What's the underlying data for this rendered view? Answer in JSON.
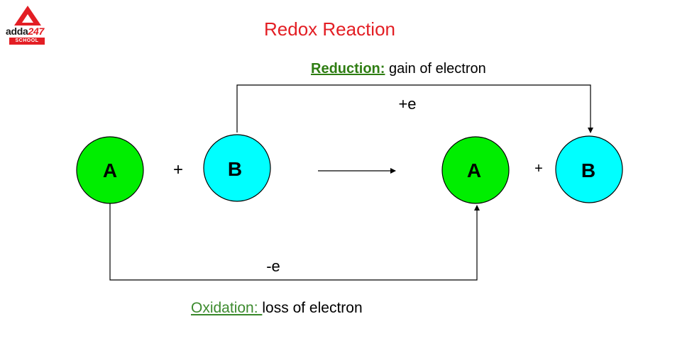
{
  "logo": {
    "brand": "adda",
    "brand_num": "247",
    "tag": "SCHOOL",
    "color": "#e31e24"
  },
  "title": "Redox Reaction",
  "reactants": {
    "a_label": "A",
    "plus": "+",
    "b_label": "B"
  },
  "products": {
    "a_label": "A",
    "plus": "+",
    "b_label": "B"
  },
  "reduction": {
    "heading": "Reduction:",
    "text": " gain of electron",
    "electron": "+e"
  },
  "oxidation": {
    "heading": "Oxidation: ",
    "text": "loss of electron",
    "electron": "-e"
  },
  "colors": {
    "a_fill": "#00ee00",
    "b_fill": "#00ffff",
    "reduction_heading": "#2e7d12",
    "oxidation_heading": "#3c8a2e",
    "title": "#e31e24"
  }
}
